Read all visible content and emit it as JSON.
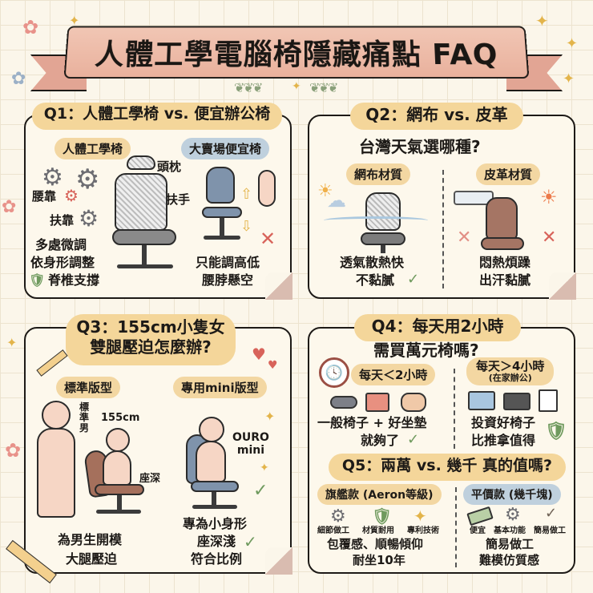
{
  "title": "人體工學電腦椅隱藏痛點 FAQ",
  "colors": {
    "background": "#fbf6ea",
    "banner": "#e9b19d",
    "pill_yellow": "#f4d69a",
    "pill_blue": "#bfd0dd",
    "check_green": "#6f9a5e",
    "cross_red": "#d8635a",
    "ink": "#1d1a17"
  },
  "q1": {
    "heading": "Q1：人體工學椅 vs. 便宜辦公椅",
    "left": {
      "label": "人體工學椅",
      "callouts": [
        "頭枕",
        "扶手",
        "腰靠",
        "扶靠"
      ],
      "lines": [
        "多處微調",
        "依身形調整",
        "脊椎支撐"
      ]
    },
    "right": {
      "label": "大賣場便宜椅",
      "lines": [
        "只能調高低",
        "腰脖懸空"
      ]
    }
  },
  "q2": {
    "heading": "Q2：網布 vs. 皮革",
    "subheading": "台灣天氣選哪種?",
    "left": {
      "label": "網布材質",
      "lines": [
        "透氣散熱快",
        "不黏膩"
      ]
    },
    "right": {
      "label": "皮革材質",
      "lines": [
        "悶熱煩躁",
        "出汗黏膩"
      ]
    }
  },
  "q3": {
    "heading_line1": "Q3：155cm小隻女",
    "heading_line2": "雙腿壓迫怎麼辦?",
    "left": {
      "label": "標準版型",
      "figure_label": "標準男",
      "height_label": "155cm",
      "seat_depth_label": "座深",
      "lines": [
        "為男生開模",
        "大腿壓迫"
      ]
    },
    "right": {
      "label": "專用mini版型",
      "product": "OURO mini",
      "product_line1": "OURO",
      "product_line2": "mini",
      "lines": [
        "專為小身形",
        "座深淺",
        "符合比例"
      ]
    }
  },
  "q4": {
    "heading_line1": "Q4：每天用2小時",
    "heading_line2": "需買萬元椅嗎?",
    "left": {
      "label": "每天＜2小時",
      "lines": [
        "一般椅子 + 好坐墊",
        "就夠了"
      ]
    },
    "right": {
      "label": "每天＞4小時",
      "sublabel": "(在家辦公)",
      "lines": [
        "投資好椅子",
        "比推拿值得"
      ]
    }
  },
  "q5": {
    "heading": "Q5：兩萬 vs. 幾千 真的值嗎?",
    "left": {
      "label": "旗艦款 (Aeron等級)",
      "icons": [
        "細節做工",
        "材質耐用",
        "專利技術"
      ],
      "lines": [
        "包覆感、順暢傾仰",
        "耐坐10年"
      ]
    },
    "right": {
      "label": "平價款 (幾千塊)",
      "icons": [
        "便宜",
        "基本功能",
        "簡易做工"
      ],
      "lines": [
        "簡易做工",
        "難模仿質感"
      ]
    }
  },
  "glyphs": {
    "check": "✓",
    "cross": "✕",
    "gear": "⚙",
    "shield": "🛡",
    "sparkle": "✦",
    "flower": "✿",
    "heart": "♥",
    "sun": "☀",
    "cloud": "☁",
    "clock": "🕓",
    "arrow_up": "⇧",
    "arrow_down": "⇩",
    "vine": "❦❦❦"
  }
}
